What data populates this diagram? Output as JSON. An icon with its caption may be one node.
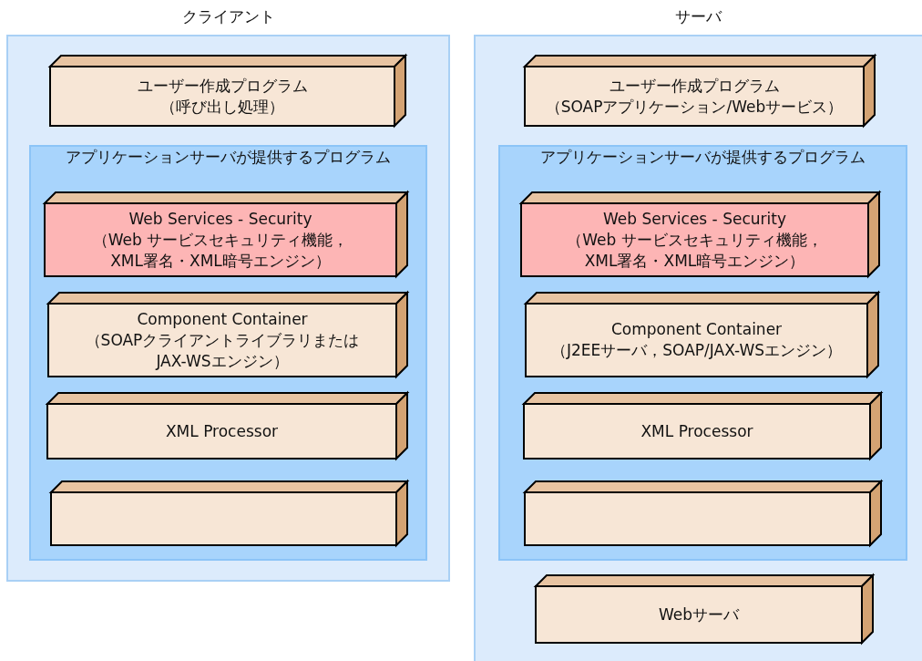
{
  "diagram": {
    "nodes": [
      {
        "text": [
          "クライアント"
        ]
      },
      {
        "text": [
          "ユーザー作成プログラム",
          "（呼び出し処理）"
        ],
        "in": 0
      },
      {
        "text": [
          "アプリケーションサーバが提供するプログラム"
        ],
        "in": 0
      },
      {
        "text": [
          "Web Services - Security",
          "（Web サービスセキュリティ機能，XML署名・XML暗号エンジン）"
        ],
        "in": 2
      },
      {
        "text": [
          "Component Container",
          "（SOAPクライアントライブラリまたはJAX-WSエンジン）"
        ],
        "in": 2
      },
      {
        "text": [
          "XML Processor"
        ],
        "in": 2
      },
      {
        "text": [],
        "shape": "box",
        "in": 2
      },
      {
        "text": [
          "サーバ"
        ]
      },
      {
        "text": [
          "ユーザー作成プログラム",
          "（SOAPアプリケーション/Webサービス）"
        ],
        "in": 7
      },
      {
        "text": [
          "アプリケーションサーバが提供するプログラム"
        ],
        "in": 7
      },
      {
        "text": [
          "Web Services - Security",
          "（Web サービスセキュリティ機能，XML署名・XML暗号エンジン）"
        ],
        "in": 9
      },
      {
        "text": [
          "Component Container",
          "（J2EEサーバ，SOAP/JAX-WSエンジン）"
        ],
        "in": 9
      },
      {
        "text": [
          "XML Processor"
        ],
        "in": 9
      },
      {
        "text": [],
        "shape": "box",
        "in": 9
      },
      {
        "text": [
          "Webサーバ"
        ],
        "in": 7
      }
    ]
  }
}
